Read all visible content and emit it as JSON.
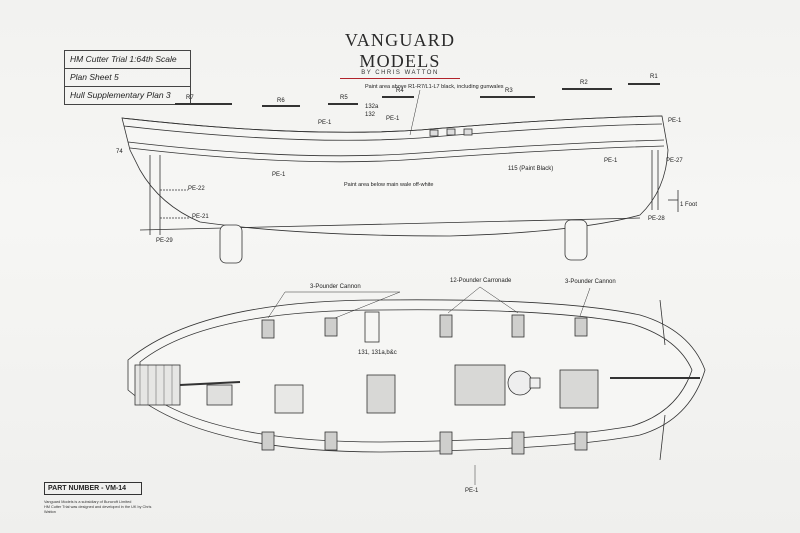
{
  "brand": {
    "title": "VANGUARD MODELS",
    "subtitle": "BY CHRIS WATTON",
    "accent_color": "#b1232b"
  },
  "title_block": {
    "line1": "HM Cutter Trial 1:64th Scale",
    "line2": "Plan Sheet 5",
    "line3": "Hull Supplementary Plan 3"
  },
  "part_number": "PART NUMBER - VM-14",
  "credits": {
    "line1": "Vanguard Models is a subsidiary of Buncroft Limited",
    "line2": "HM Cutter Trial was designed and developed in the UK by Chris Watton"
  },
  "side_view": {
    "rails": [
      "R7",
      "R6",
      "R5",
      "R4",
      "R3",
      "R2",
      "R1"
    ],
    "note_top": "Paint area above R1-R7/L1-L7 black, including gunwales",
    "note_bottom": "Paint area below main wale off-white",
    "paint_black": "115 (Paint Black)",
    "one_foot": "1 Foot",
    "refs": {
      "pe1": "PE-1",
      "pe22": "PE-22",
      "pe21": "PE-21",
      "pe29": "PE-29",
      "pe27": "PE-27",
      "pe28": "PE-28",
      "n74": "74",
      "n132a": "132a",
      "n132": "132"
    }
  },
  "deck_view": {
    "cannon_left": "3-Pounder Cannon",
    "carronade": "12-Pounder Carronade",
    "cannon_right": "3-Pounder Cannon",
    "ladder_ref": "131, 131a,b&c",
    "pe1": "PE-1"
  }
}
